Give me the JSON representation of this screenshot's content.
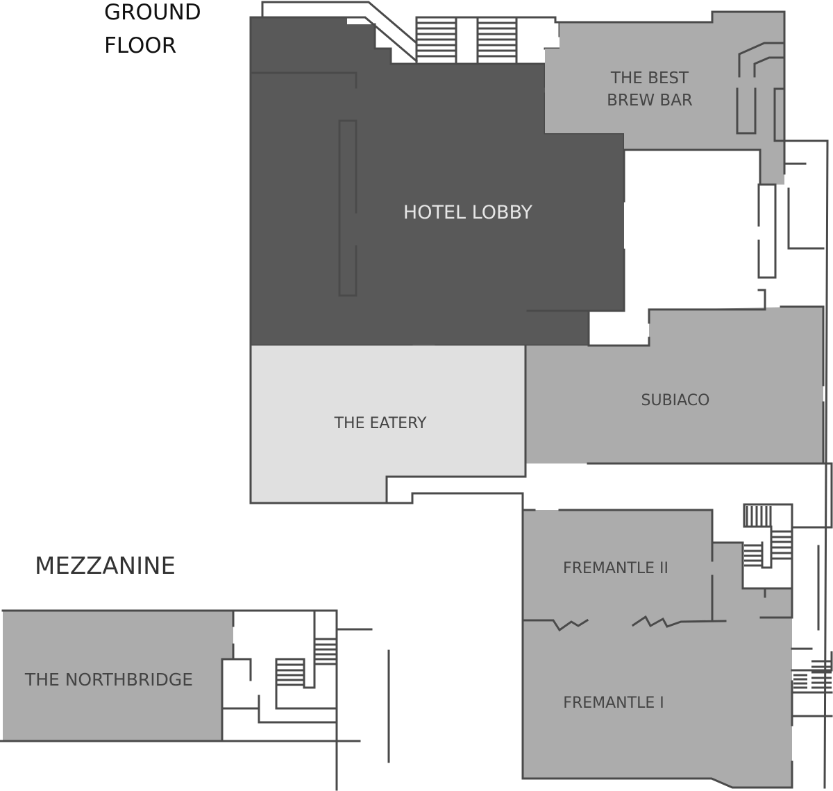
{
  "floors": {
    "ground": {
      "title_line1": "GROUND",
      "title_line2": "FLOOR"
    },
    "mezzanine": {
      "title": "MEZZANINE"
    }
  },
  "rooms": {
    "hotel_lobby": {
      "label": "HOTEL LOBBY",
      "color": "#595959",
      "text_color": "#e6e6e6"
    },
    "best_brew_bar": {
      "label_line1": "THE BEST",
      "label_line2": "BREW BAR",
      "color": "#acacac"
    },
    "the_eatery": {
      "label": "THE EATERY",
      "color": "#e0e0e0"
    },
    "subiaco": {
      "label": "SUBIACO",
      "color": "#acacac"
    },
    "fremantle_ii": {
      "label": "FREMANTLE II",
      "color": "#acacac"
    },
    "fremantle_i": {
      "label": "FREMANTLE I",
      "color": "#acacac"
    },
    "the_northbridge": {
      "label": "THE NORTHBRIDGE",
      "color": "#acacac"
    }
  },
  "colors": {
    "wall": "#4a4a4a",
    "background": "#ffffff"
  }
}
